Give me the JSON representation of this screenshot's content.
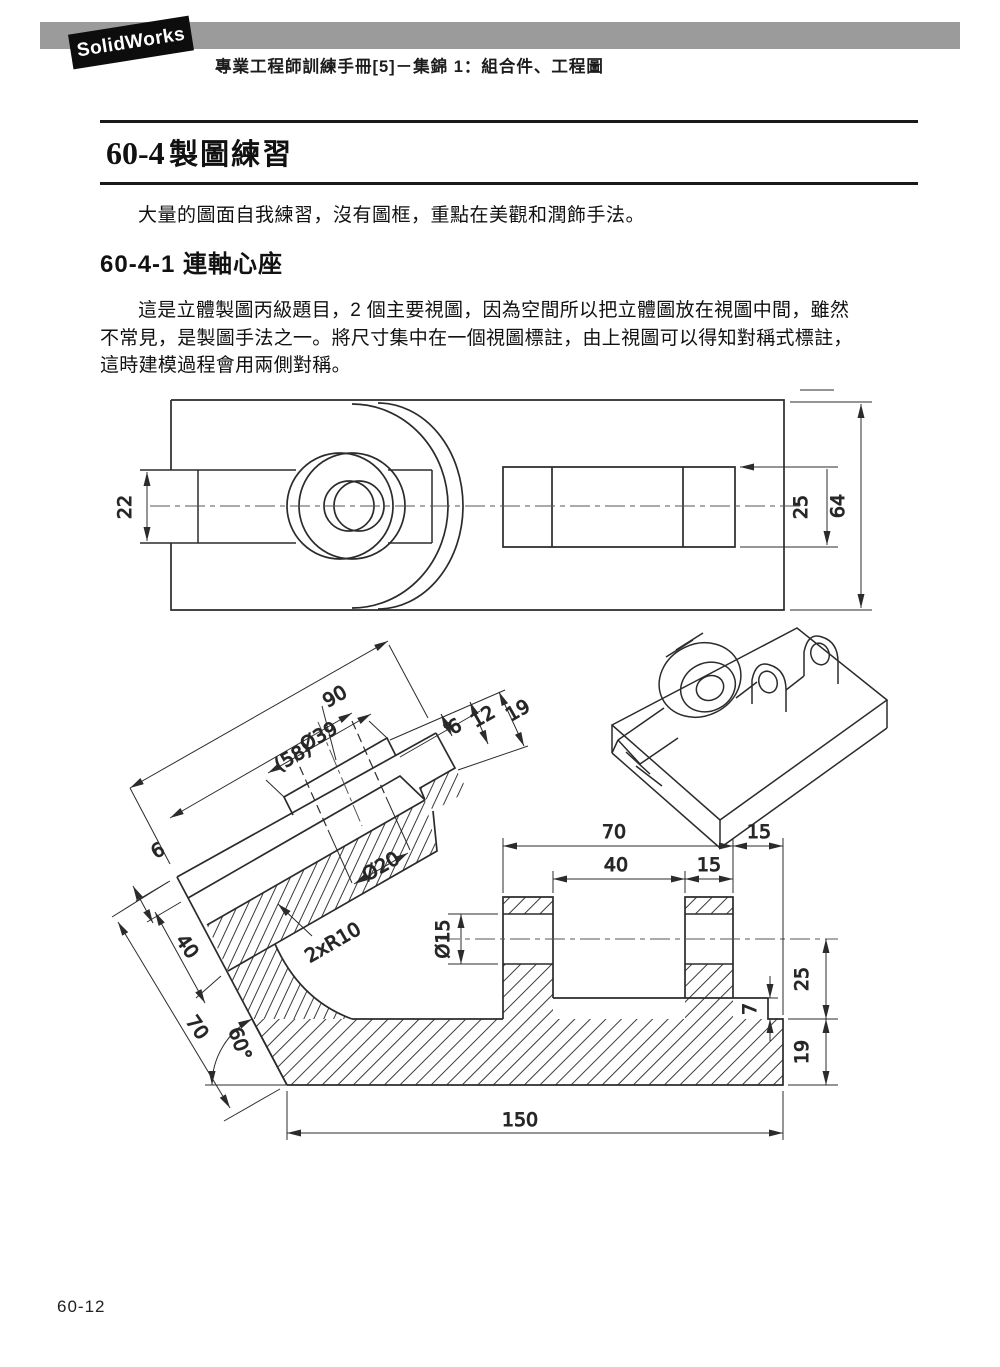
{
  "header": {
    "brand": "SolidWorks",
    "subtitle": "專業工程師訓練手冊[5]－集錦 1：組合件、工程圖"
  },
  "section": {
    "number": "60-4",
    "name": "製圖練習",
    "intro": "大量的圖面自我練習，沒有圖框，重點在美觀和潤飾手法。"
  },
  "subsection": {
    "number": "60-4-1",
    "name": "連軸心座",
    "body": [
      "這是立體製圖丙級題目，2 個主要視圖，因為空間所以把立體圖放在視圖中間，雖然",
      "不常見，是製圖手法之一。將尺寸集中在一個視圖標註，由上視圖可以得知對稱式標註，",
      "這時建模過程會用兩側對稱。"
    ]
  },
  "figure": {
    "top_view": {
      "slot_width": "22",
      "hub_width": "25",
      "overall_width": "64"
    },
    "front_view": {
      "arm_length": "90",
      "arm_ref": "(58)",
      "boss_dia": "Ø39",
      "tip_6": "6",
      "tip_12": "12",
      "tip_19": "19",
      "face_offset": "6",
      "seat_depth": "40",
      "end_face": "70",
      "angle": "60°",
      "fillet": "2xR10",
      "hole_dia": "Ø20",
      "base_70": "70",
      "base_15": "15",
      "lug_span": "40",
      "lug_15": "15",
      "lug_hole": "Ø15",
      "step_7": "7",
      "height_25": "25",
      "base_19": "19",
      "total_150": "150"
    }
  },
  "footer": {
    "page_number": "60-12"
  },
  "colors": {
    "line": "#2b2b2b",
    "header_bar": "#9b9b9b",
    "tab_bg": "#0d0d0d"
  }
}
